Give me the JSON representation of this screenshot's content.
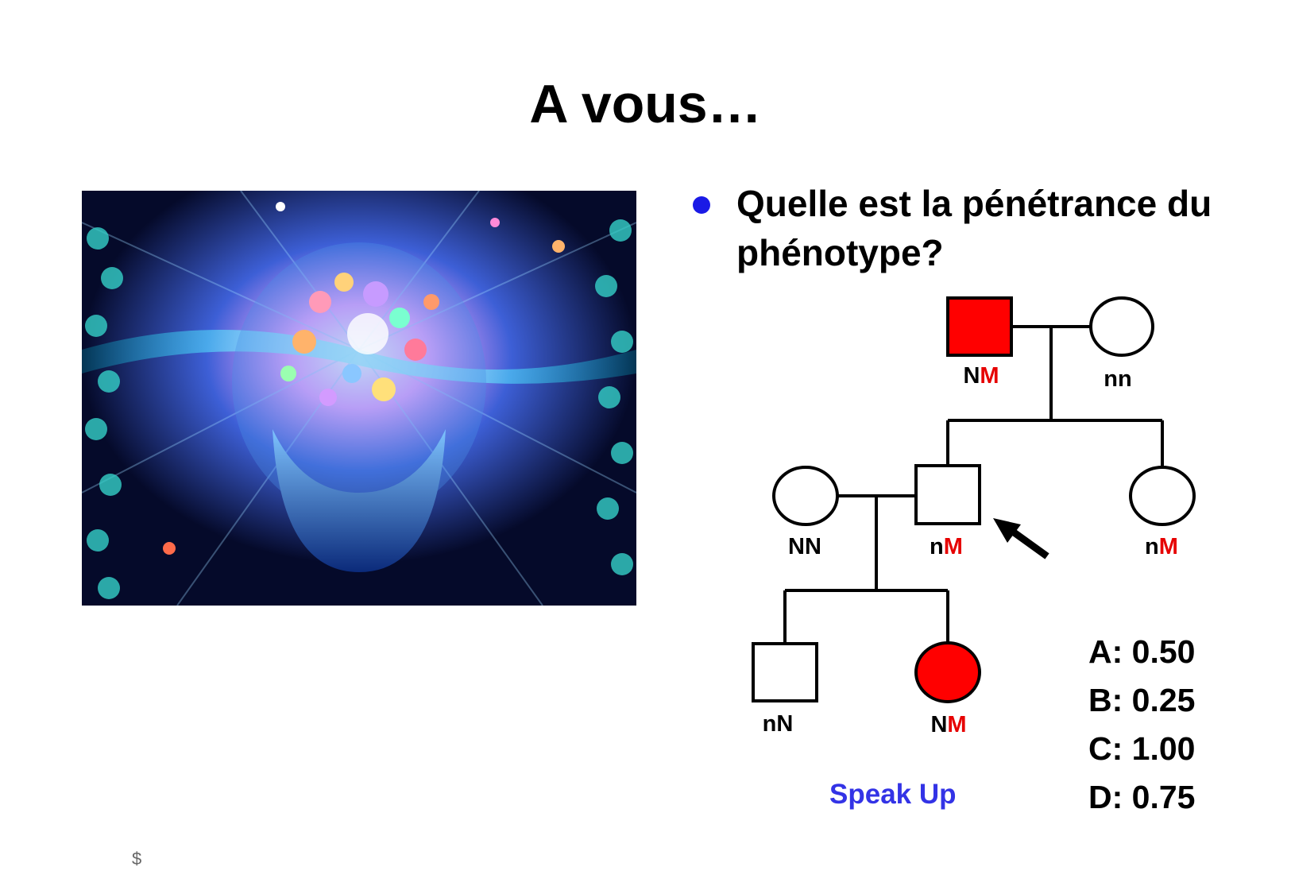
{
  "slide": {
    "title": "A vous…",
    "question": "Quelle est la pénétrance du phénotype?",
    "speak_up": "Speak Up",
    "icon": "dollar-sign-icon",
    "icon_glyph": "$"
  },
  "colors": {
    "affected": "#ff0000",
    "allele_M": "#e60000",
    "bullet": "#1a1ae6",
    "link": "#3333e6"
  },
  "pedigree": {
    "grandfather": {
      "label_a": "N",
      "label_b": "M"
    },
    "grandmother": {
      "label_a": "nn",
      "label_b": ""
    },
    "wife": {
      "label_a": "NN",
      "label_b": ""
    },
    "proband": {
      "label_a": "n",
      "label_b": "M"
    },
    "aunt": {
      "label_a": "n",
      "label_b": "M"
    },
    "son": {
      "label_a": "nN",
      "label_b": ""
    },
    "daughter": {
      "label_a": "N",
      "label_b": "M"
    }
  },
  "answers": [
    "A: 0.50",
    "B: 0.25",
    "C: 1.00",
    "D: 0.75"
  ]
}
